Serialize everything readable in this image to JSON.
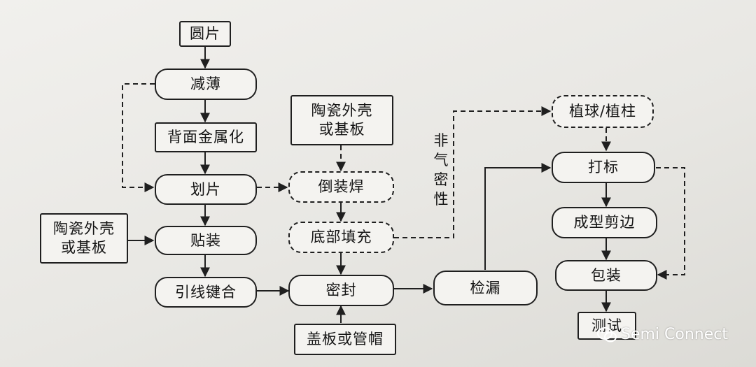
{
  "nodes": {
    "wafer": "圆片",
    "thinning": "减薄",
    "back_metallization": "背面金属化",
    "dicing": "划片",
    "die_attach": "贴装",
    "wire_bonding": "引线键合",
    "ceramic_shell_1": "陶瓷外壳\n或基板",
    "ceramic_shell_2": "陶瓷外壳\n或基板",
    "flip_chip": "倒装焊",
    "underfill": "底部填充",
    "sealing": "密封",
    "lid_or_cap": "盖板或管帽",
    "leak_test": "检漏",
    "bumping": "植球/植柱",
    "marking": "打标",
    "trim_form": "成型剪边",
    "packing": "包装",
    "final_test": "测试"
  },
  "labels": {
    "non_hermetic": "非气密性"
  },
  "watermark": {
    "text": "Semi Connect",
    "icon": "wechat-icon"
  }
}
